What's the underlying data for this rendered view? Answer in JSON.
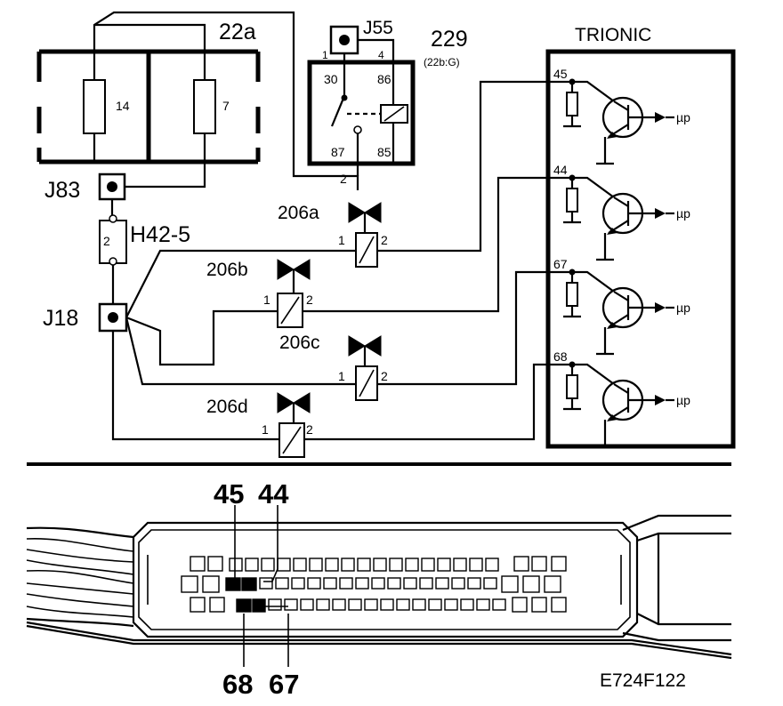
{
  "fuse_box": {
    "label": "22a",
    "fuses": [
      "14",
      "7"
    ]
  },
  "connectors": {
    "j83": "J83",
    "h42": "H42-5",
    "h42_pin": "2",
    "j18": "J18",
    "j55": "J55"
  },
  "relay": {
    "label": "229",
    "sublabel": "(22b:G)",
    "pins": {
      "p1": "1",
      "p4": "4",
      "p30": "30",
      "p86": "86",
      "p87": "87",
      "p85": "85",
      "p2": "2"
    }
  },
  "injectors": [
    {
      "label": "206a",
      "pin1": "1",
      "pin2": "2"
    },
    {
      "label": "206b",
      "pin1": "1",
      "pin2": "2"
    },
    {
      "label": "206c",
      "pin1": "1",
      "pin2": "2"
    },
    {
      "label": "206d",
      "pin1": "1",
      "pin2": "2"
    }
  ],
  "ecu": {
    "label": "TRIONIC",
    "pins": [
      "45",
      "44",
      "67",
      "68"
    ],
    "driver_label": "µp"
  },
  "connector_view": {
    "top_labels": [
      "45",
      "44"
    ],
    "bottom_labels": [
      "68",
      "67"
    ]
  },
  "figure_id": "E724F122"
}
